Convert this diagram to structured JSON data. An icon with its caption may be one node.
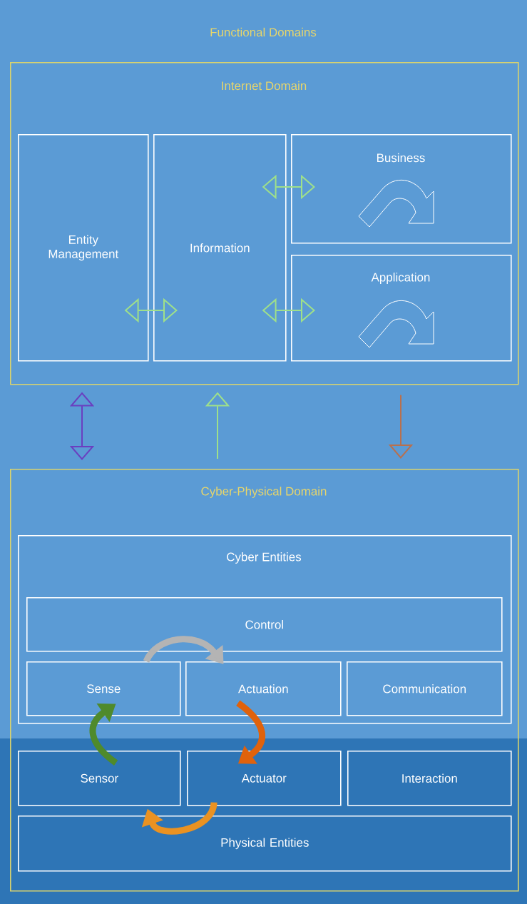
{
  "diagram": {
    "title": "Functional Domains",
    "nodes": [
      {
        "text": [
          "Internet Domain"
        ]
      },
      {
        "text": [
          "Entity Management"
        ],
        "in": 0
      },
      {
        "text": [
          "Information"
        ],
        "in": 0
      },
      {
        "text": [
          "Business"
        ],
        "in": 0
      },
      {
        "text": [
          "Application"
        ],
        "in": 0
      },
      {
        "text": [
          "Cyber-Physical Domain"
        ]
      },
      {
        "text": [
          "Cyber Entities"
        ],
        "in": 5
      },
      {
        "text": [
          "Control"
        ],
        "in": 6
      },
      {
        "text": [
          "Sense"
        ],
        "in": 6
      },
      {
        "text": [
          "Actuation"
        ],
        "in": 6
      },
      {
        "text": [
          "Communication"
        ],
        "in": 6
      },
      {
        "text": [
          "Sensor"
        ],
        "in": 5
      },
      {
        "text": [
          "Actuator"
        ],
        "in": 5
      },
      {
        "text": [
          "Interaction"
        ],
        "in": 5
      },
      {
        "text": [
          "Physical Entities"
        ],
        "in": 5
      }
    ],
    "edges": [
      {
        "from": 1,
        "to": 2,
        "arrow": "both",
        "color": "#9fe08a"
      },
      {
        "from": 2,
        "to": 3,
        "arrow": "both",
        "color": "#9fe08a"
      },
      {
        "from": 2,
        "to": 4,
        "arrow": "both",
        "color": "#9fe08a"
      },
      {
        "from": 0,
        "to": 5,
        "arrow": "both",
        "color": "#6a3fc0"
      },
      {
        "from": 5,
        "to": 0,
        "arrow": "to",
        "color": "#9fe08a"
      },
      {
        "from": 0,
        "to": 5,
        "arrow": "to",
        "color": "#b8704e"
      },
      {
        "from": 11,
        "to": 8,
        "arrow": "to",
        "style": "thick",
        "color": "#4f8a2b"
      },
      {
        "from": 8,
        "to": 7,
        "arrow": "to",
        "style": "thick",
        "color": "#b4b4b4"
      },
      {
        "from": 9,
        "to": 12,
        "arrow": "to",
        "style": "thick",
        "color": "#e0620c"
      },
      {
        "from": 12,
        "to": 14,
        "arrow": "to",
        "style": "thick",
        "color": "#ea9222"
      }
    ]
  }
}
